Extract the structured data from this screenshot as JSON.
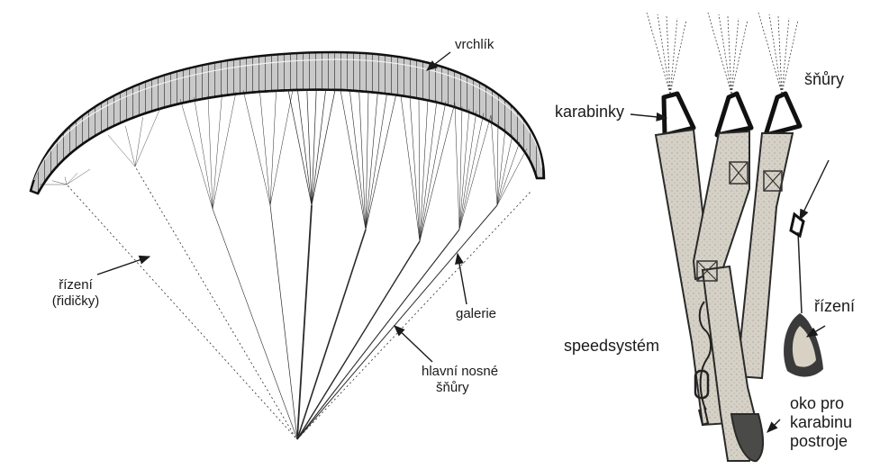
{
  "labels": {
    "canopy": "vrchlík",
    "brake_lines_line1": "řízení",
    "brake_lines_line2": "(řidičky)",
    "gallery_lines": "galerie",
    "main_lines_line1": "hlavní nosné",
    "main_lines_line2": "šňůry",
    "carabiners": "karabinky",
    "lines": "šňůry",
    "brakes": "řízení",
    "speed_system": "speedsystém",
    "harness_loop_line1": "oko pro",
    "harness_loop_line2": "karabinu",
    "harness_loop_line3": "postroje"
  }
}
